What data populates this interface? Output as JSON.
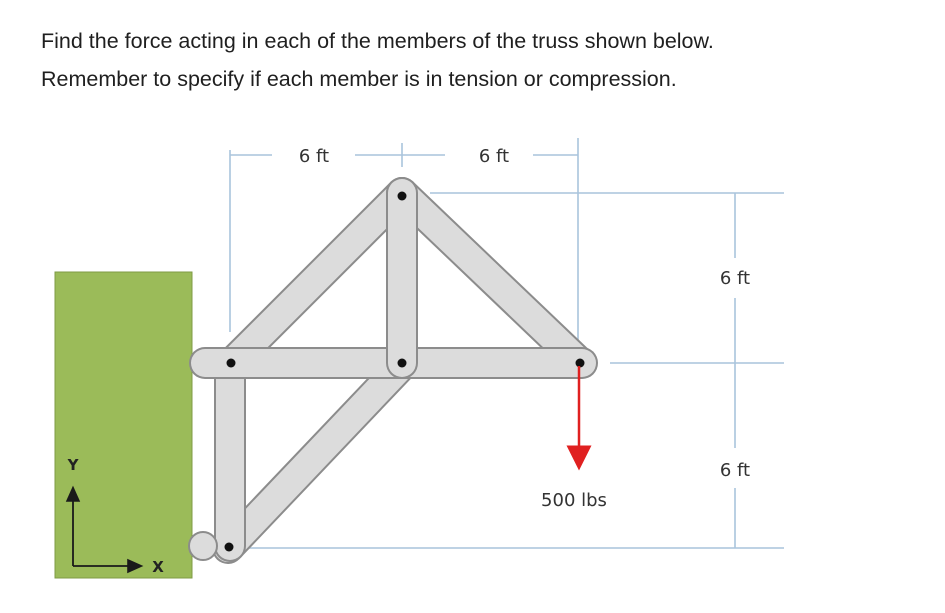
{
  "problem": {
    "line1": "Find the force acting in each of the members of the truss shown below.",
    "line2": "Remember to specify if each member is in tension or compression."
  },
  "diagram": {
    "dimensions": {
      "top_left": "6 ft",
      "top_right": "6 ft",
      "right_upper": "6 ft",
      "right_lower": "6 ft"
    },
    "load": {
      "label": "500 lbs",
      "color": "#e02020"
    },
    "axes": {
      "y_label": "Y",
      "x_label": "X"
    },
    "colors": {
      "wall": "#9bbb59",
      "member_fill": "#dcdcdc",
      "member_edge": "#8c8c8c",
      "dimension_line": "#a9c4dc"
    }
  }
}
